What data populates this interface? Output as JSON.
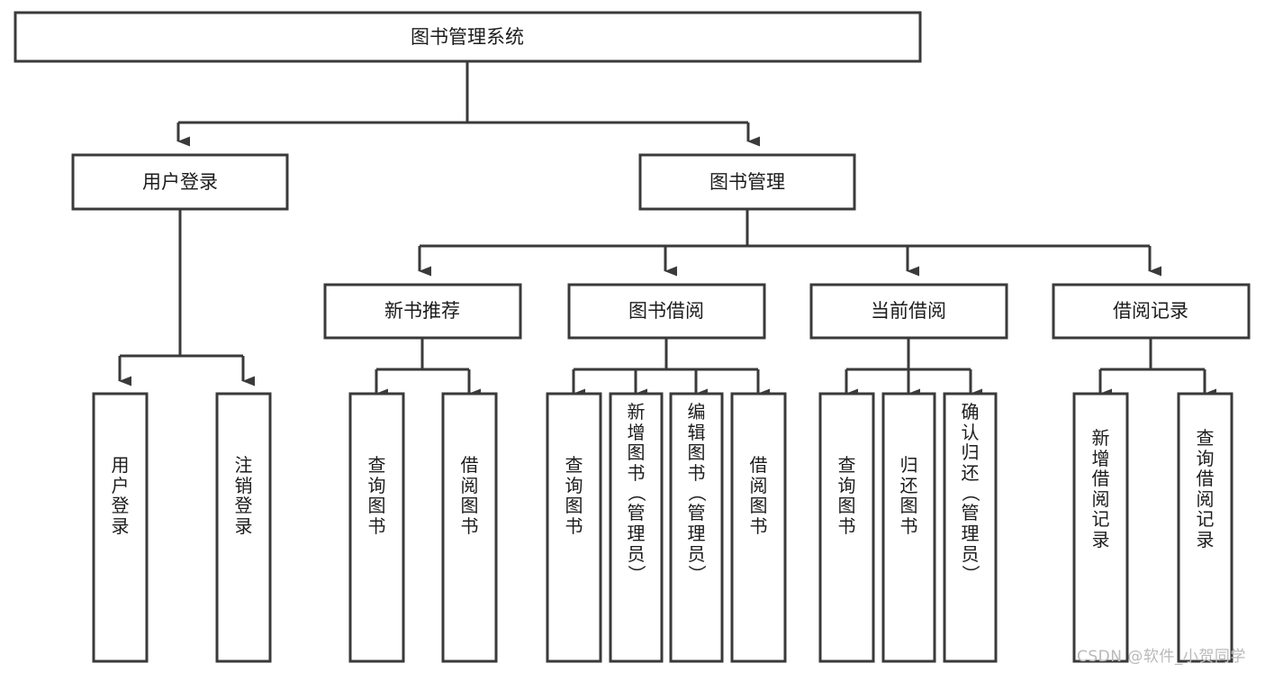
{
  "diagram": {
    "title": "图书管理系统",
    "type": "功能结构图",
    "colors": {
      "stroke": "#3a3a3a",
      "fill": "#ffffff",
      "text": "#1c1c1c",
      "watermark": "#b9b9b9",
      "background": "#ffffff"
    },
    "root": {
      "label": "图书管理系统"
    },
    "level2": [
      {
        "label": "用户登录"
      },
      {
        "label": "图书管理"
      }
    ],
    "level3": [
      {
        "label": "新书推荐"
      },
      {
        "label": "图书借阅"
      },
      {
        "label": "当前借阅"
      },
      {
        "label": "借阅记录"
      }
    ],
    "leaves": {
      "user_login": [
        {
          "label": "用户登录",
          "chars": [
            "用",
            "户",
            "登",
            "录"
          ]
        },
        {
          "label": "注销登录",
          "chars": [
            "注",
            "销",
            "登",
            "录"
          ]
        }
      ],
      "new_book_recommend": [
        {
          "label": "查询图书",
          "chars": [
            "查",
            "询",
            "图",
            "书"
          ]
        },
        {
          "label": "借阅图书",
          "chars": [
            "借",
            "阅",
            "图",
            "书"
          ]
        }
      ],
      "book_borrow": [
        {
          "label": "查询图书",
          "chars": [
            "查",
            "询",
            "图",
            "书"
          ]
        },
        {
          "label": "新增图书（管理员）",
          "chars": [
            "新",
            "增",
            "图",
            "书",
            "（",
            "管",
            "理",
            "员",
            "）"
          ]
        },
        {
          "label": "编辑图书（管理员）",
          "chars": [
            "编",
            "辑",
            "图",
            "书",
            "（",
            "管",
            "理",
            "员",
            "）"
          ]
        },
        {
          "label": "借阅图书",
          "chars": [
            "借",
            "阅",
            "图",
            "书"
          ]
        }
      ],
      "current_borrow": [
        {
          "label": "查询图书",
          "chars": [
            "查",
            "询",
            "图",
            "书"
          ]
        },
        {
          "label": "归还图书",
          "chars": [
            "归",
            "还",
            "图",
            "书"
          ]
        },
        {
          "label": "确认归还（管理员）",
          "chars": [
            "确",
            "认",
            "归",
            "还",
            "（",
            "管",
            "理",
            "员",
            "）"
          ]
        }
      ],
      "borrow_record": [
        {
          "label": "新增借阅记录",
          "chars": [
            "新",
            "增",
            "借",
            "阅",
            "记",
            "录"
          ]
        },
        {
          "label": "查询借阅记录",
          "chars": [
            "查",
            "询",
            "借",
            "阅",
            "记",
            "录"
          ]
        }
      ]
    },
    "watermark": "CSDN @软件_小贺同学"
  }
}
